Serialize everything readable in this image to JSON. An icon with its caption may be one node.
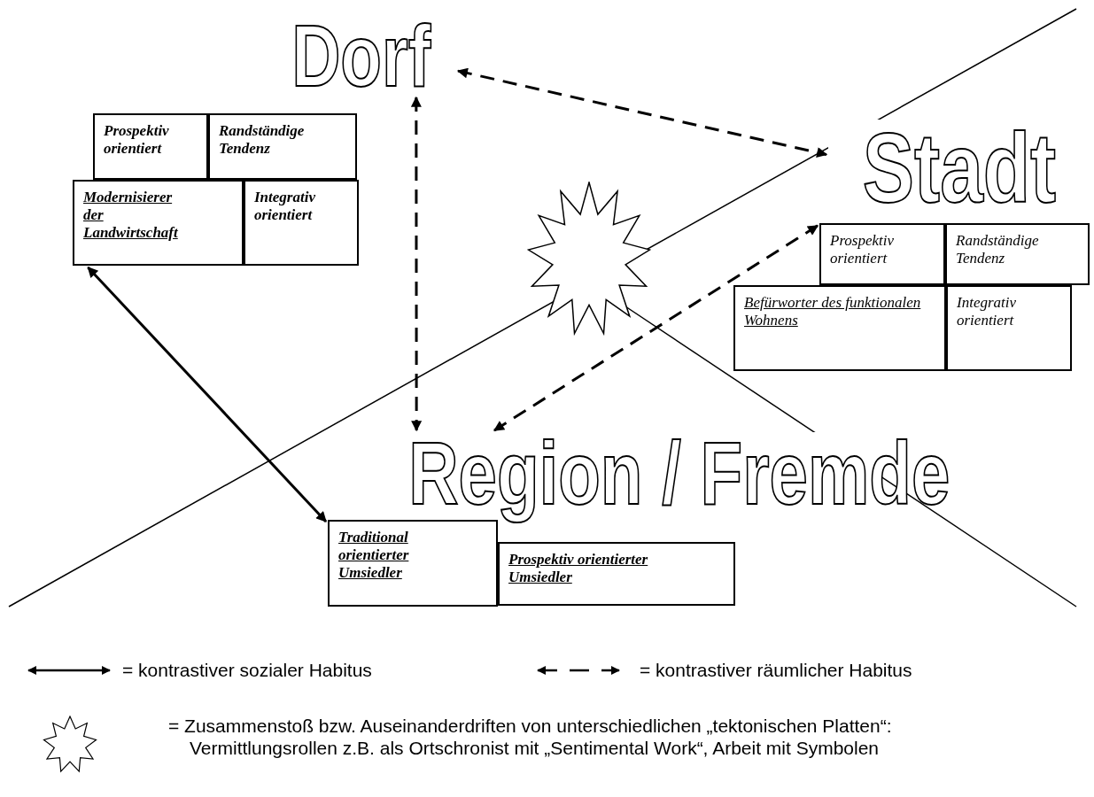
{
  "diagram": {
    "nodes": [
      {
        "text": [
          "Dorf"
        ]
      },
      {
        "text": [
          "Stadt"
        ]
      },
      {
        "text": [
          "Region / Fremde"
        ]
      },
      {
        "text": [
          "Prospektiv orientiert"
        ]
      },
      {
        "text": [
          "Randständige Tendenz"
        ]
      },
      {
        "text": [
          "Modernisierer der Landwirtschaft"
        ]
      },
      {
        "text": [
          "Integrativ orientiert"
        ]
      },
      {
        "text": [
          "Prospektiv orientiert"
        ]
      },
      {
        "text": [
          "Randständige Tendenz"
        ]
      },
      {
        "text": [
          "Befürworter des funktionalen Wohnens"
        ]
      },
      {
        "text": [
          "Integrativ orientiert"
        ]
      },
      {
        "text": [
          "Traditional orientierter Umsiedler"
        ]
      },
      {
        "text": [
          "Prospektiv orientierter Umsiedler"
        ]
      },
      {
        "text": [],
        "shape": "star"
      }
    ],
    "edges": [
      {
        "from": 0,
        "to": 1,
        "arrow": "both",
        "style": "dashed"
      },
      {
        "from": 0,
        "to": 2,
        "arrow": "both",
        "style": "dashed"
      },
      {
        "from": 2,
        "to": 7,
        "arrow": "both",
        "style": "dashed"
      },
      {
        "from": 5,
        "to": 11,
        "arrow": "both"
      }
    ],
    "legend": [
      {
        "text": "= kontrastiver sozialer Habitus"
      },
      {
        "text": "= kontrastiver räumlicher Habitus"
      },
      {
        "text": "= Zusammenstoß bzw. Auseinanderdriften von unterschiedlichen „tektonischen Platten“: Vermittlungsrollen z.B. als Ortschronist mit „Sentimental Work“, Arbeit mit Symbolen"
      }
    ]
  }
}
